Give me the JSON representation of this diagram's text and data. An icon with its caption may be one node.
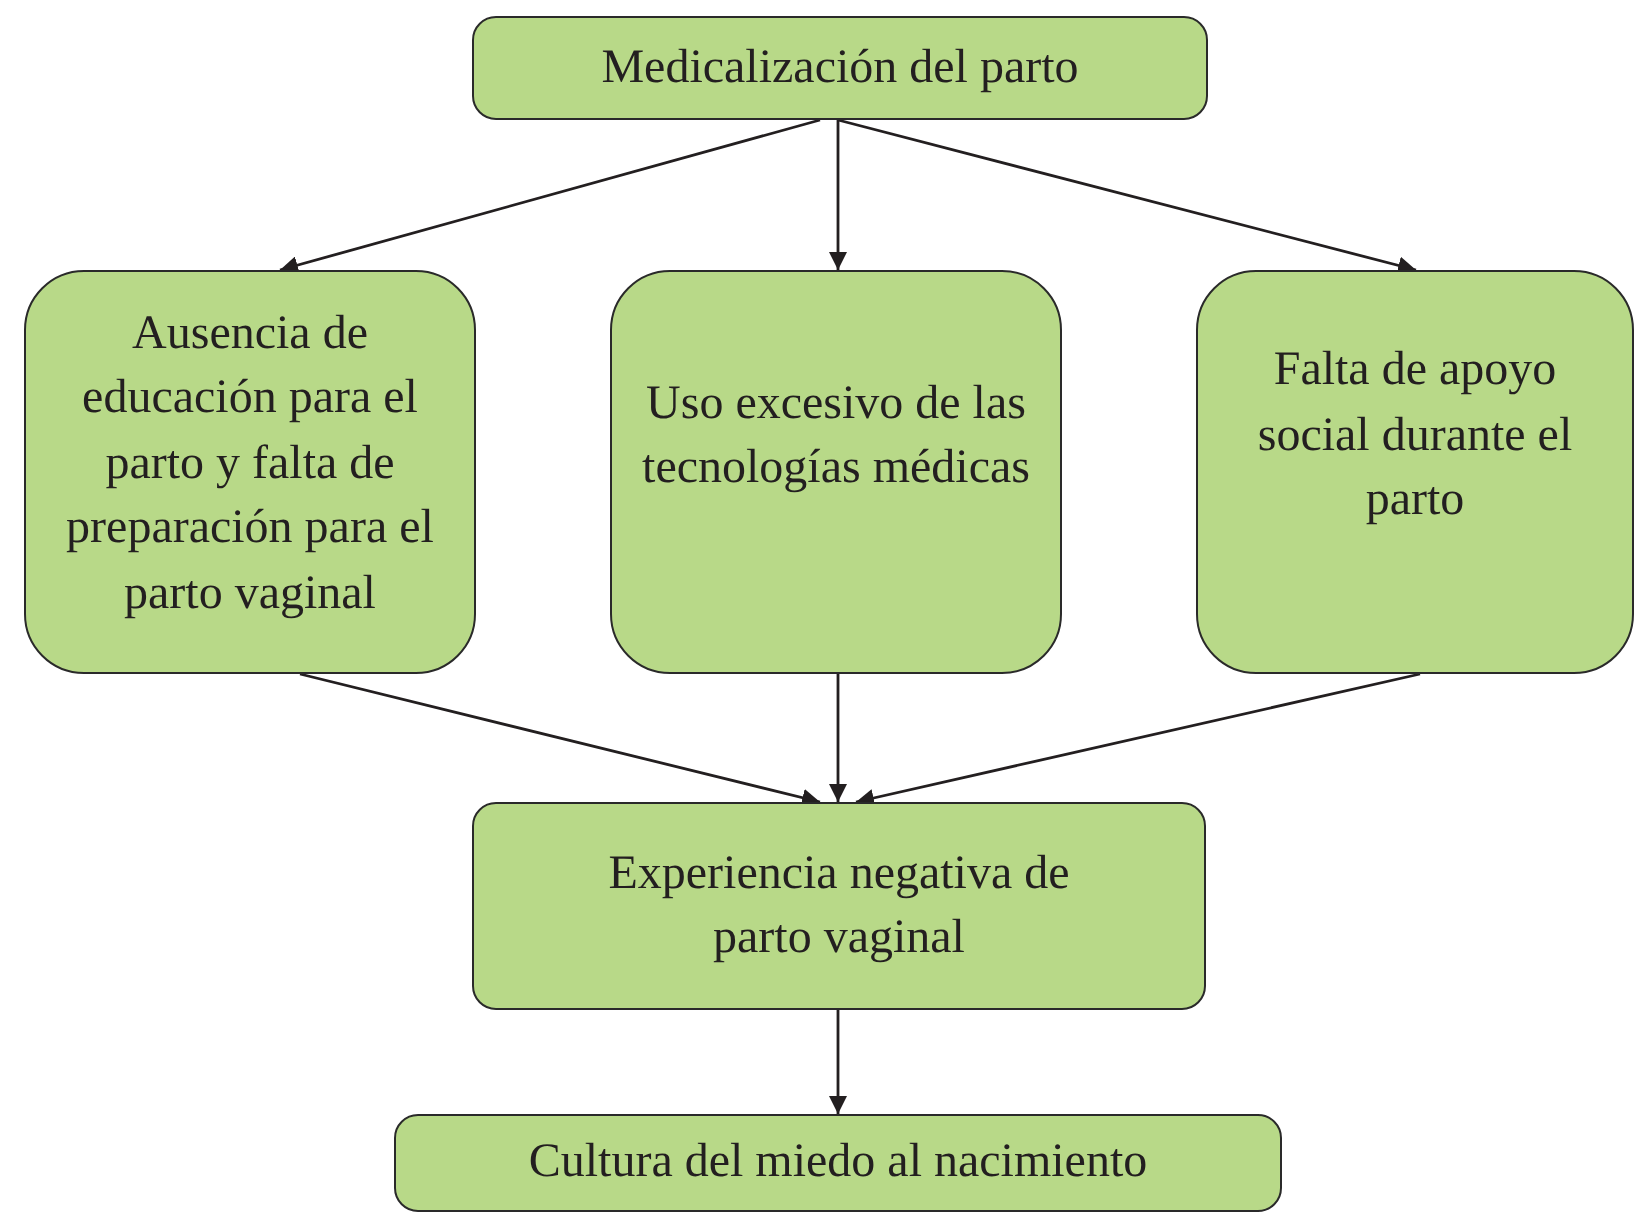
{
  "diagram": {
    "nodes": [
      {
        "text": [
          "Medicalización del parto"
        ]
      },
      {
        "text": [
          "Ausencia de educación para el parto y falta de preparación para el parto vaginal"
        ]
      },
      {
        "text": [
          "Uso excesivo de las tecnologías médicas"
        ]
      },
      {
        "text": [
          "Falta de apoyo social durante el parto"
        ]
      },
      {
        "text": [
          "Experiencia negativa de parto vaginal"
        ]
      },
      {
        "text": [
          "Cultura del miedo al nacimiento"
        ]
      }
    ],
    "edges": [
      {
        "from": 0,
        "to": 1,
        "arrow": "to"
      },
      {
        "from": 0,
        "to": 2,
        "arrow": "to"
      },
      {
        "from": 0,
        "to": 3,
        "arrow": "to"
      },
      {
        "from": 1,
        "to": 4,
        "arrow": "to"
      },
      {
        "from": 2,
        "to": 4,
        "arrow": "to"
      },
      {
        "from": 3,
        "to": 4,
        "arrow": "to"
      },
      {
        "from": 4,
        "to": 5,
        "arrow": "to"
      }
    ]
  }
}
